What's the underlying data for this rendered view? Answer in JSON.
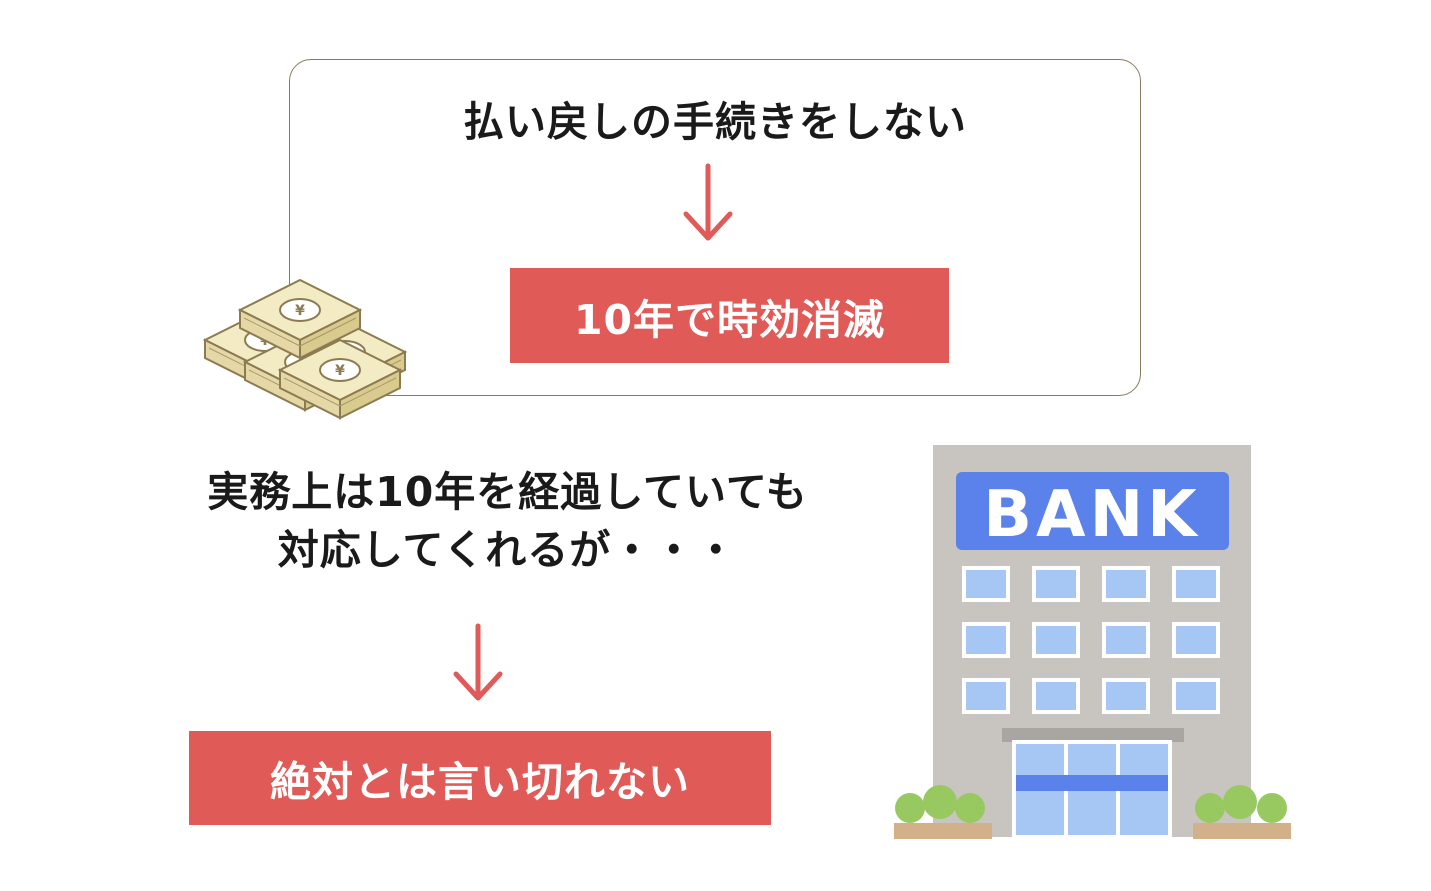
{
  "top_box": {
    "text": "払い戻しの手続きをしない",
    "result": "10年で時効消滅"
  },
  "middle": {
    "line1": "実務上は10年を経過していても",
    "line2": "対応してくれるが・・・"
  },
  "bottom": {
    "result": "絶対とは言い切れない"
  },
  "bank_sign": "BANK",
  "colors": {
    "accent_red": "#e05a57",
    "arrow_red": "#e05a57",
    "box_border": "#8a7a5c",
    "bank_sign_blue": "#5b82ea",
    "building_gray": "#c8c5c1"
  },
  "icons": [
    "money-stack-icon",
    "bank-building-icon",
    "down-arrow-icon"
  ]
}
